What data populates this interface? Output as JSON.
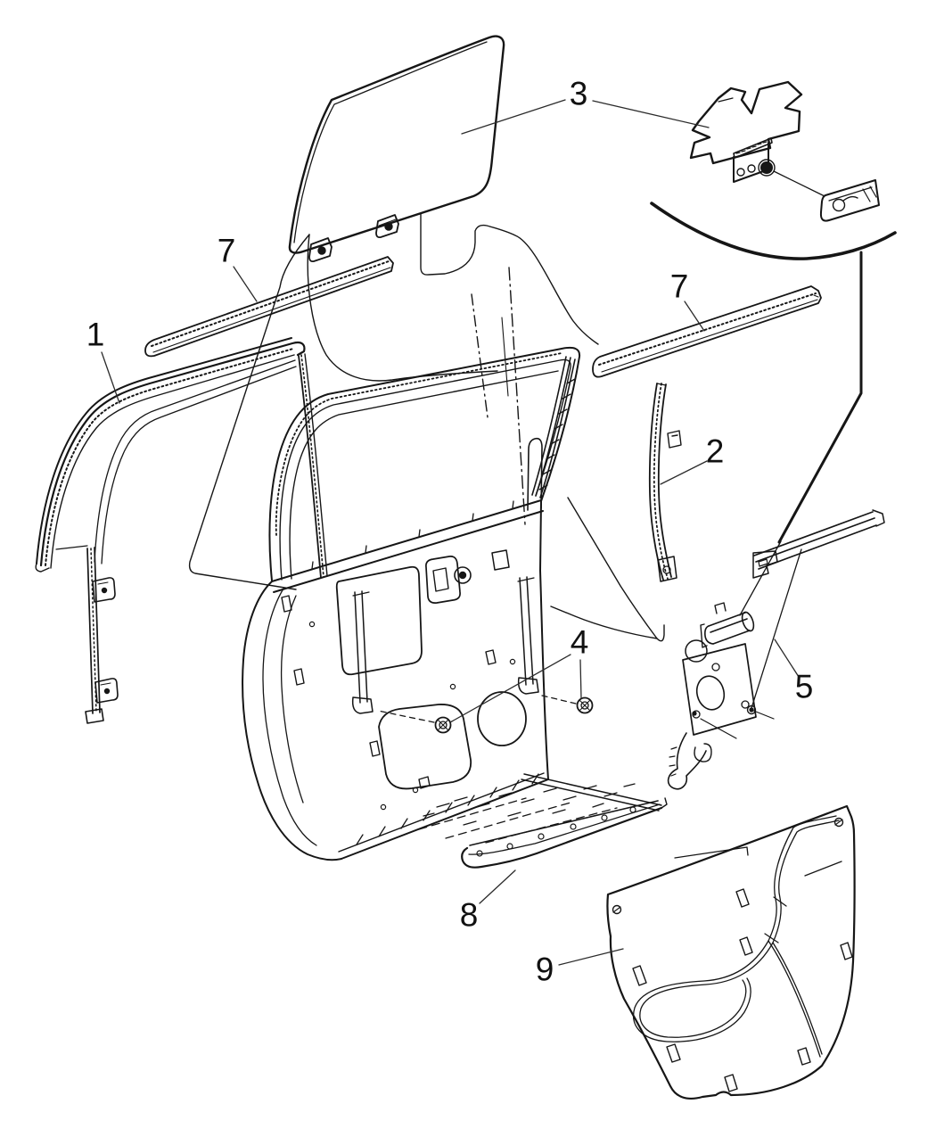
{
  "page": {
    "background_color": "#ffffff",
    "line_color": "#161616",
    "leader_color": "#2b2b2b",
    "kind": "exploded parts line diagram (rear door glass and window regulator)"
  },
  "diagram": {
    "callouts": [
      {
        "label": "1"
      },
      {
        "label": "2"
      },
      {
        "label": "3"
      },
      {
        "label": "4"
      },
      {
        "label": "5"
      },
      {
        "label": "7"
      },
      {
        "label": "7"
      },
      {
        "label": "8"
      },
      {
        "label": "9"
      }
    ]
  }
}
